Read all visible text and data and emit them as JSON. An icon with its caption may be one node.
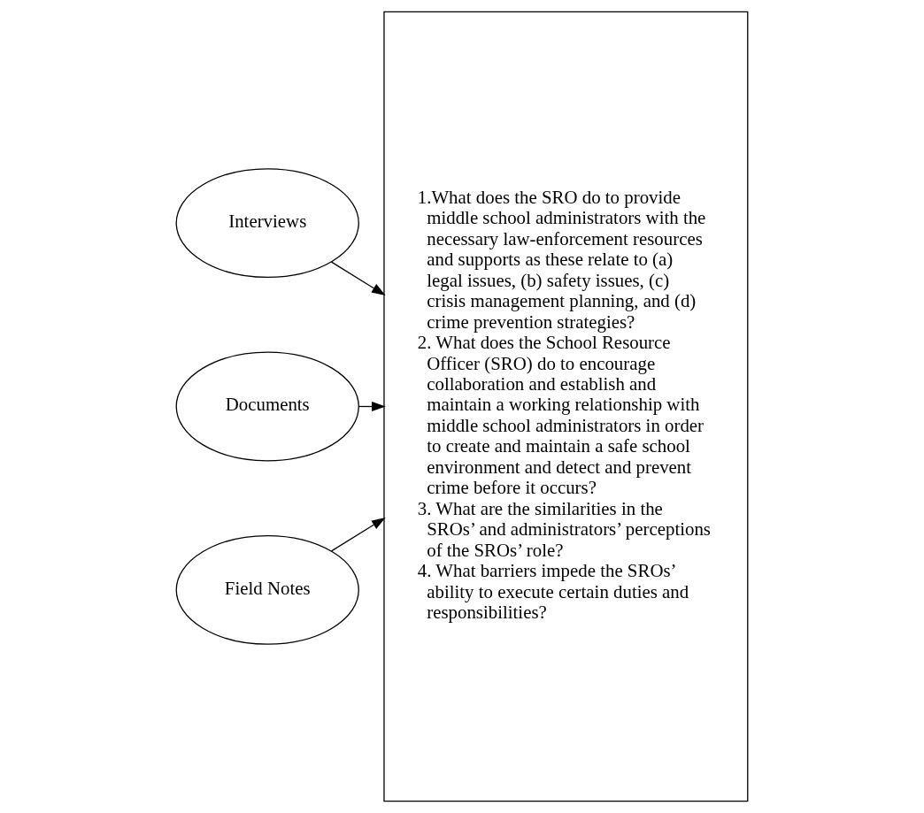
{
  "diagram": {
    "nodes": [
      {
        "text": [
          "Interviews"
        ]
      },
      {
        "text": [
          "Documents"
        ]
      },
      {
        "text": [
          "Field Notes"
        ]
      },
      {
        "text": [
          "1.What does the SRO do to provide middle school administrators with the necessary law-enforcement resources and supports as these relate to (a) legal issues, (b) safety issues, (c) crisis management planning, and (d) crime prevention strategies?",
          "2. What does the School Resource Officer (SRO) do to encourage collaboration and establish and maintain a working relationship with middle school administrators in order to create and maintain a safe school environment and detect and prevent crime before it occurs?",
          "3. What are the similarities in the SROs’ and administrators’ perceptions of the SROs’ role?",
          "4. What barriers impede the SROs’ ability to execute certain duties and responsibilities?"
        ]
      }
    ],
    "edges": [
      {
        "from": 0,
        "to": 3,
        "arrow": "to"
      },
      {
        "from": 1,
        "to": 3,
        "arrow": "to"
      },
      {
        "from": 2,
        "to": 3,
        "arrow": "to"
      }
    ]
  }
}
